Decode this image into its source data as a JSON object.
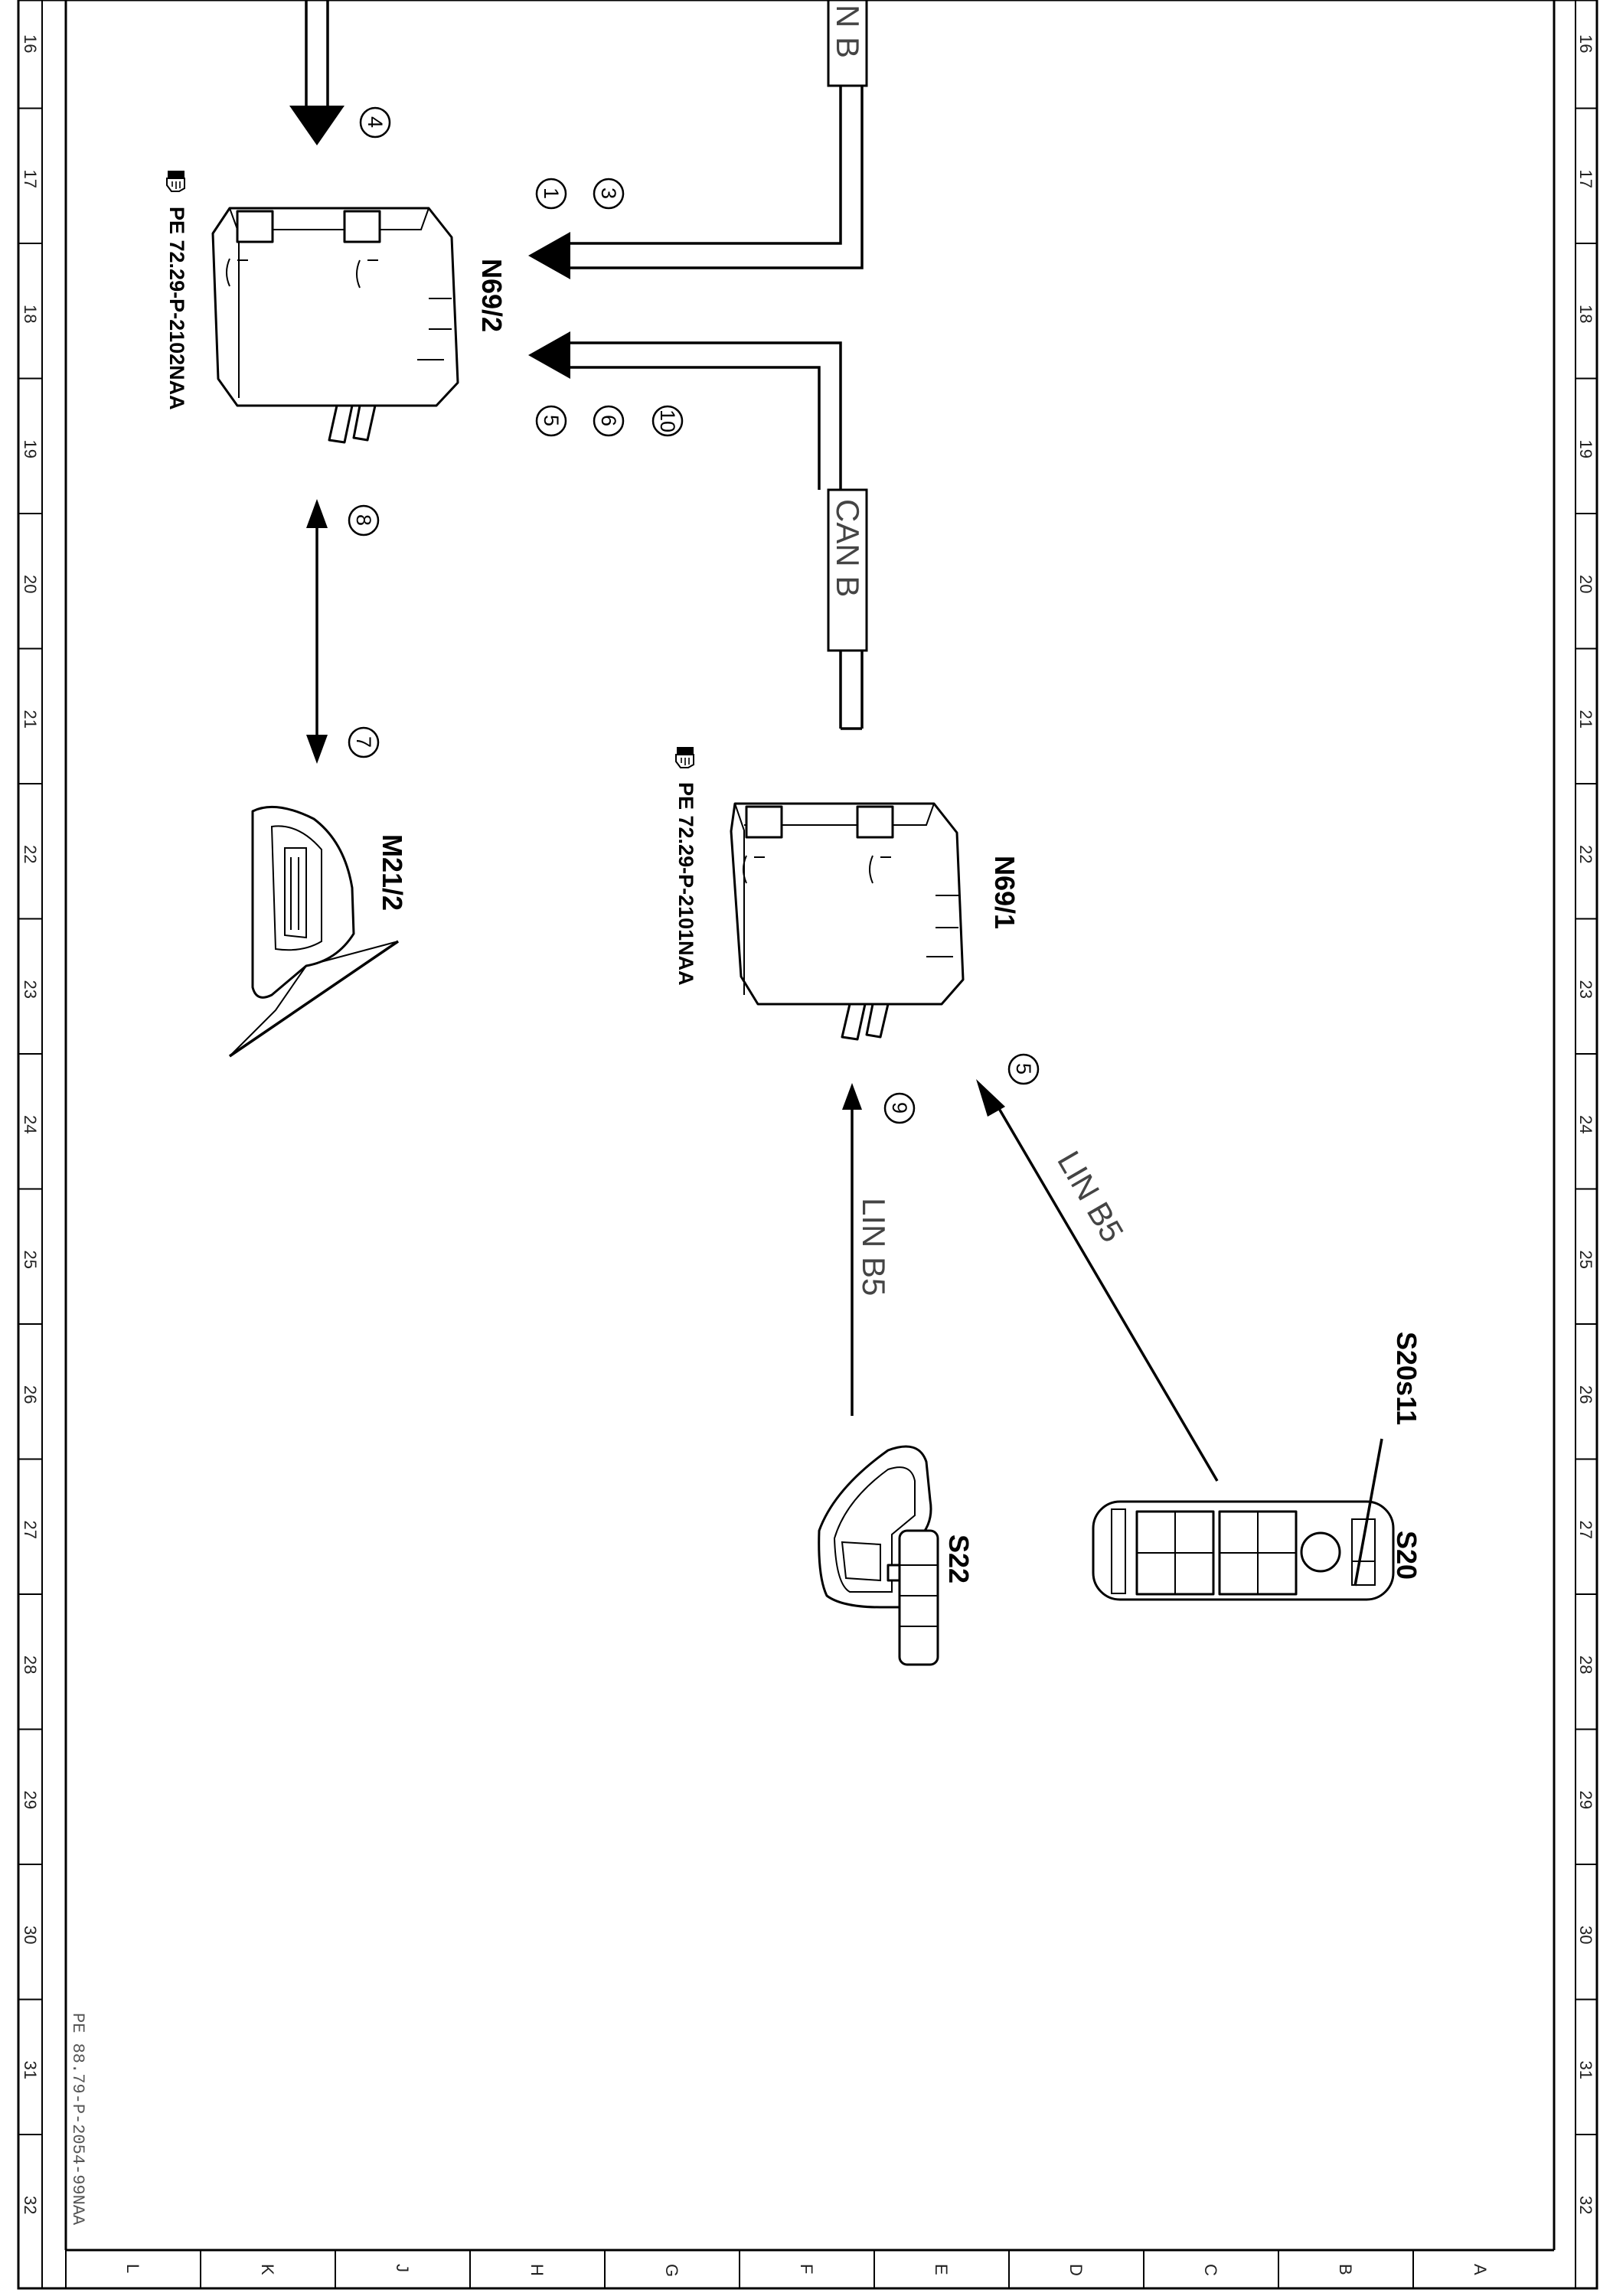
{
  "drawing": {
    "doc_id": "PE 88.79-P-2054-99NAA",
    "row_numbers": [
      "16",
      "17",
      "18",
      "19",
      "20",
      "21",
      "22",
      "23",
      "24",
      "25",
      "26",
      "27",
      "28",
      "29",
      "30",
      "31",
      "32"
    ],
    "column_letters": [
      "L",
      "K",
      "J",
      "H",
      "G",
      "F",
      "E",
      "D",
      "C",
      "B",
      "A"
    ]
  },
  "components": {
    "n69_2": {
      "label": "N69/2",
      "ref": "PE 72.29-P-2102NAA"
    },
    "n69_1": {
      "label": "N69/1",
      "ref": "PE 72.29-P-2101NAA"
    },
    "m21_2": {
      "label": "M21/2"
    },
    "s22": {
      "label": "S22"
    },
    "s20": {
      "label": "S20"
    },
    "s20s11": {
      "label": "S20s11"
    }
  },
  "buses": {
    "can_top": "N B",
    "can_mid": "CAN B",
    "lin_a": "LIN B5",
    "lin_b": "LIN B5"
  },
  "callouts": {
    "c4": "4",
    "c3": "3",
    "c1": "1",
    "c10": "10",
    "c6": "6",
    "c5a": "5",
    "c8": "8",
    "c7": "7",
    "c9": "9",
    "c5b": "5"
  },
  "icons": [
    "reference-hand-icon",
    "arrow-icon"
  ]
}
